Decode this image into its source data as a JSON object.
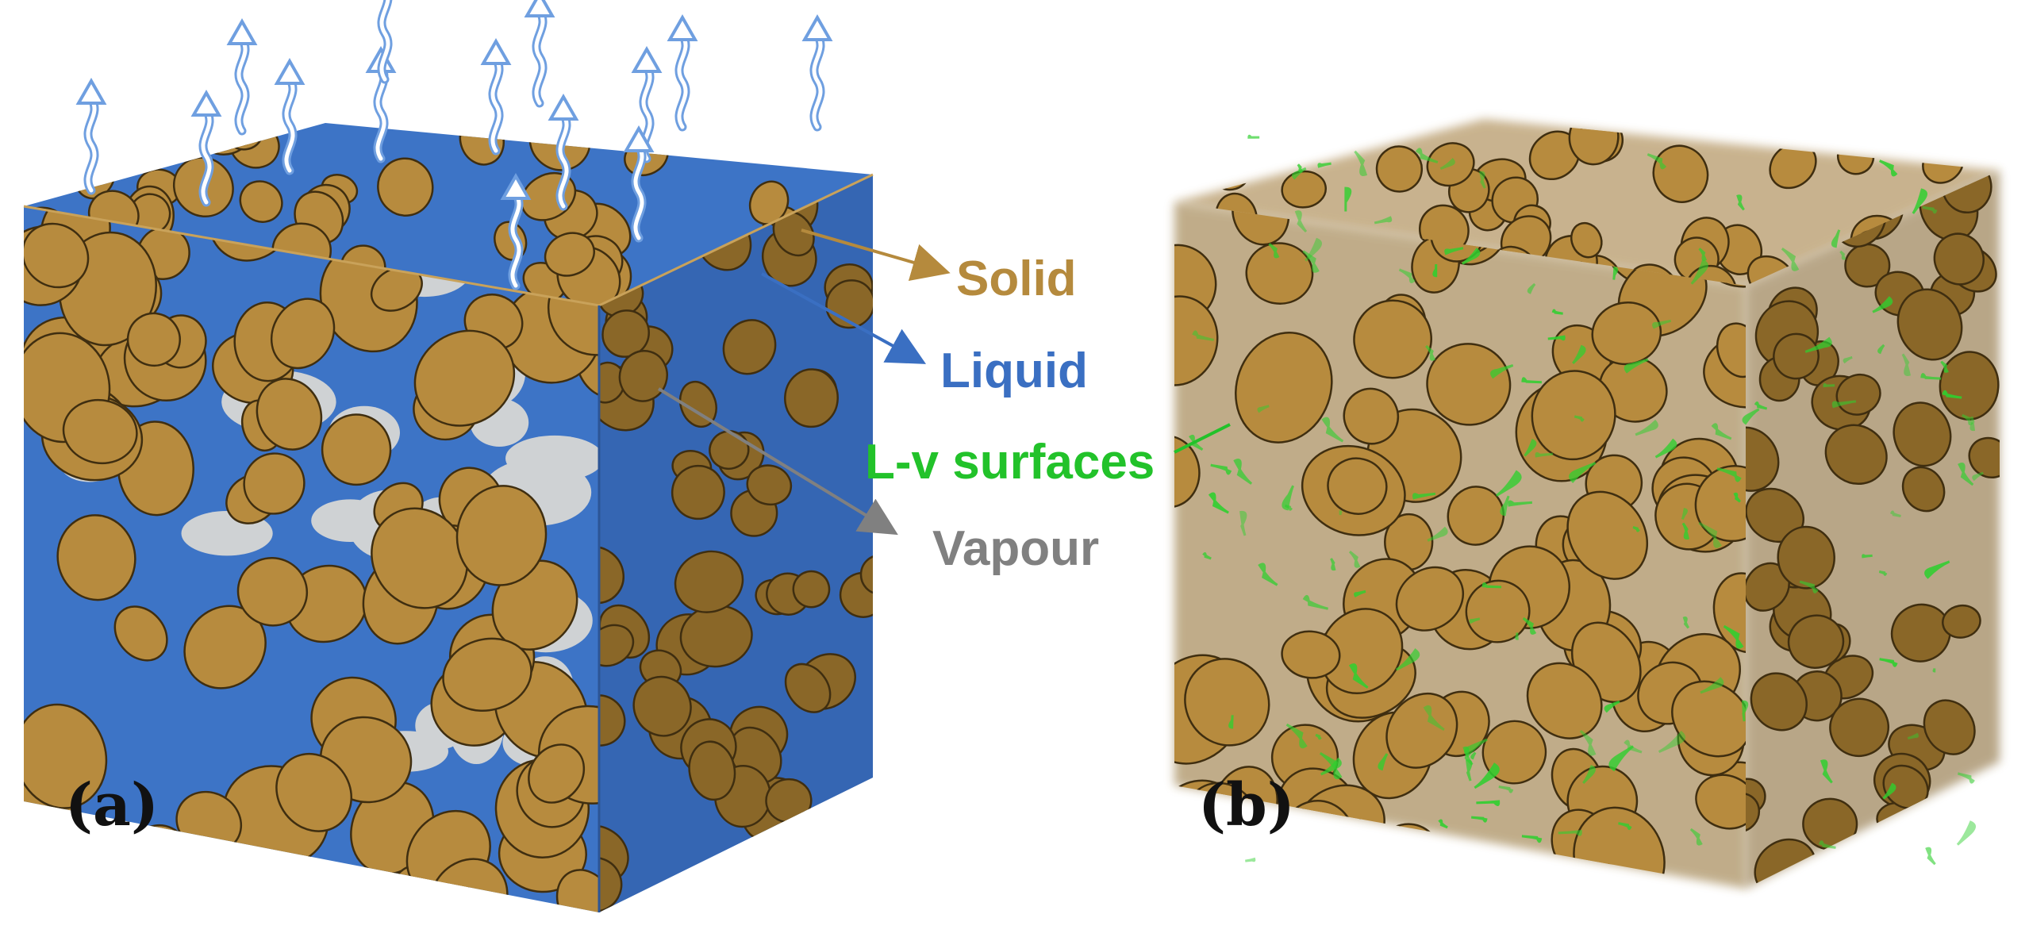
{
  "panels": {
    "a": {
      "label": "(a)"
    },
    "b": {
      "label": "(b)"
    }
  },
  "legend": {
    "solid": {
      "text": "Solid",
      "color": "#b58a3d"
    },
    "liquid": {
      "text": "Liquid",
      "color": "#3a6fc2"
    },
    "lv": {
      "text": "L-v surfaces",
      "color": "#22c22a"
    },
    "vapour": {
      "text": "Vapour",
      "color": "#808080"
    }
  },
  "colors": {
    "grain": "#b78b3e",
    "grain_edge": "#3f2e10",
    "grain_shade": "#8a6728",
    "liquid": "#3d74c6",
    "vapour": "#cfd2d4",
    "lv_surface": "#2fd02f",
    "arrow": "#6f9fe0"
  },
  "icons": {
    "evaporation": "wavy-up-arrow-icon"
  }
}
